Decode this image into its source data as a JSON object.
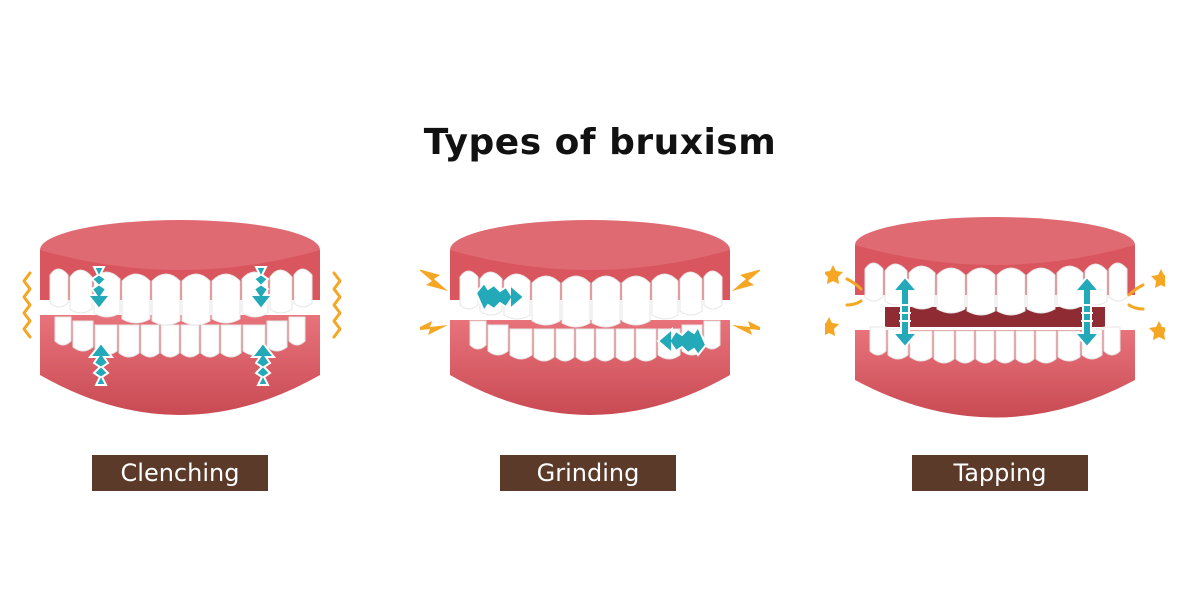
{
  "title": "Types of bruxism",
  "panels": [
    {
      "label": "Clenching",
      "icon": "clenching-teeth-icon"
    },
    {
      "label": "Grinding",
      "icon": "grinding-teeth-icon"
    },
    {
      "label": "Tapping",
      "icon": "tapping-teeth-icon"
    }
  ],
  "colors": {
    "gum": "#d9565f",
    "gum_dark": "#c0474f",
    "tooth": "#ffffff",
    "arrow": "#23a9b8",
    "spark": "#f5a623",
    "label_bg": "#5c3a2a"
  }
}
